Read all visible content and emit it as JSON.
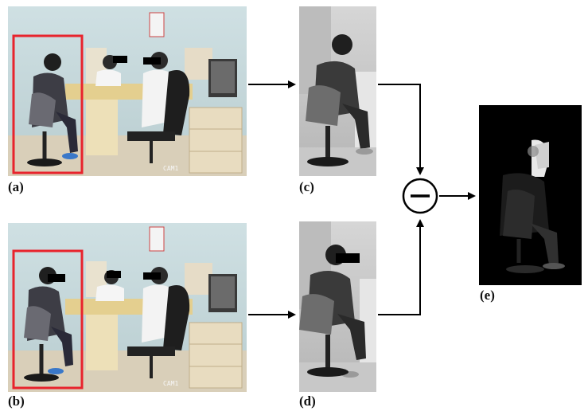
{
  "figure": {
    "panels": [
      {
        "id": "a",
        "label": "(a)",
        "content": "color surveillance frame, child on stool highlighted by red box",
        "cam_text": "CAM1"
      },
      {
        "id": "b",
        "label": "(b)",
        "content": "color surveillance frame, child on stool highlighted by red box",
        "cam_text": "CAM1"
      },
      {
        "id": "c",
        "label": "(c)",
        "content": "grayscale crop of child"
      },
      {
        "id": "d",
        "label": "(d)",
        "content": "grayscale crop of child"
      },
      {
        "id": "e",
        "label": "(e)",
        "content": "difference image on black background"
      }
    ],
    "operator": {
      "symbol": "minus",
      "icon": "minus-circle-icon"
    },
    "colors": {
      "highlight_box": "#e8232c",
      "arrow": "#000000",
      "background": "#ffffff"
    }
  }
}
